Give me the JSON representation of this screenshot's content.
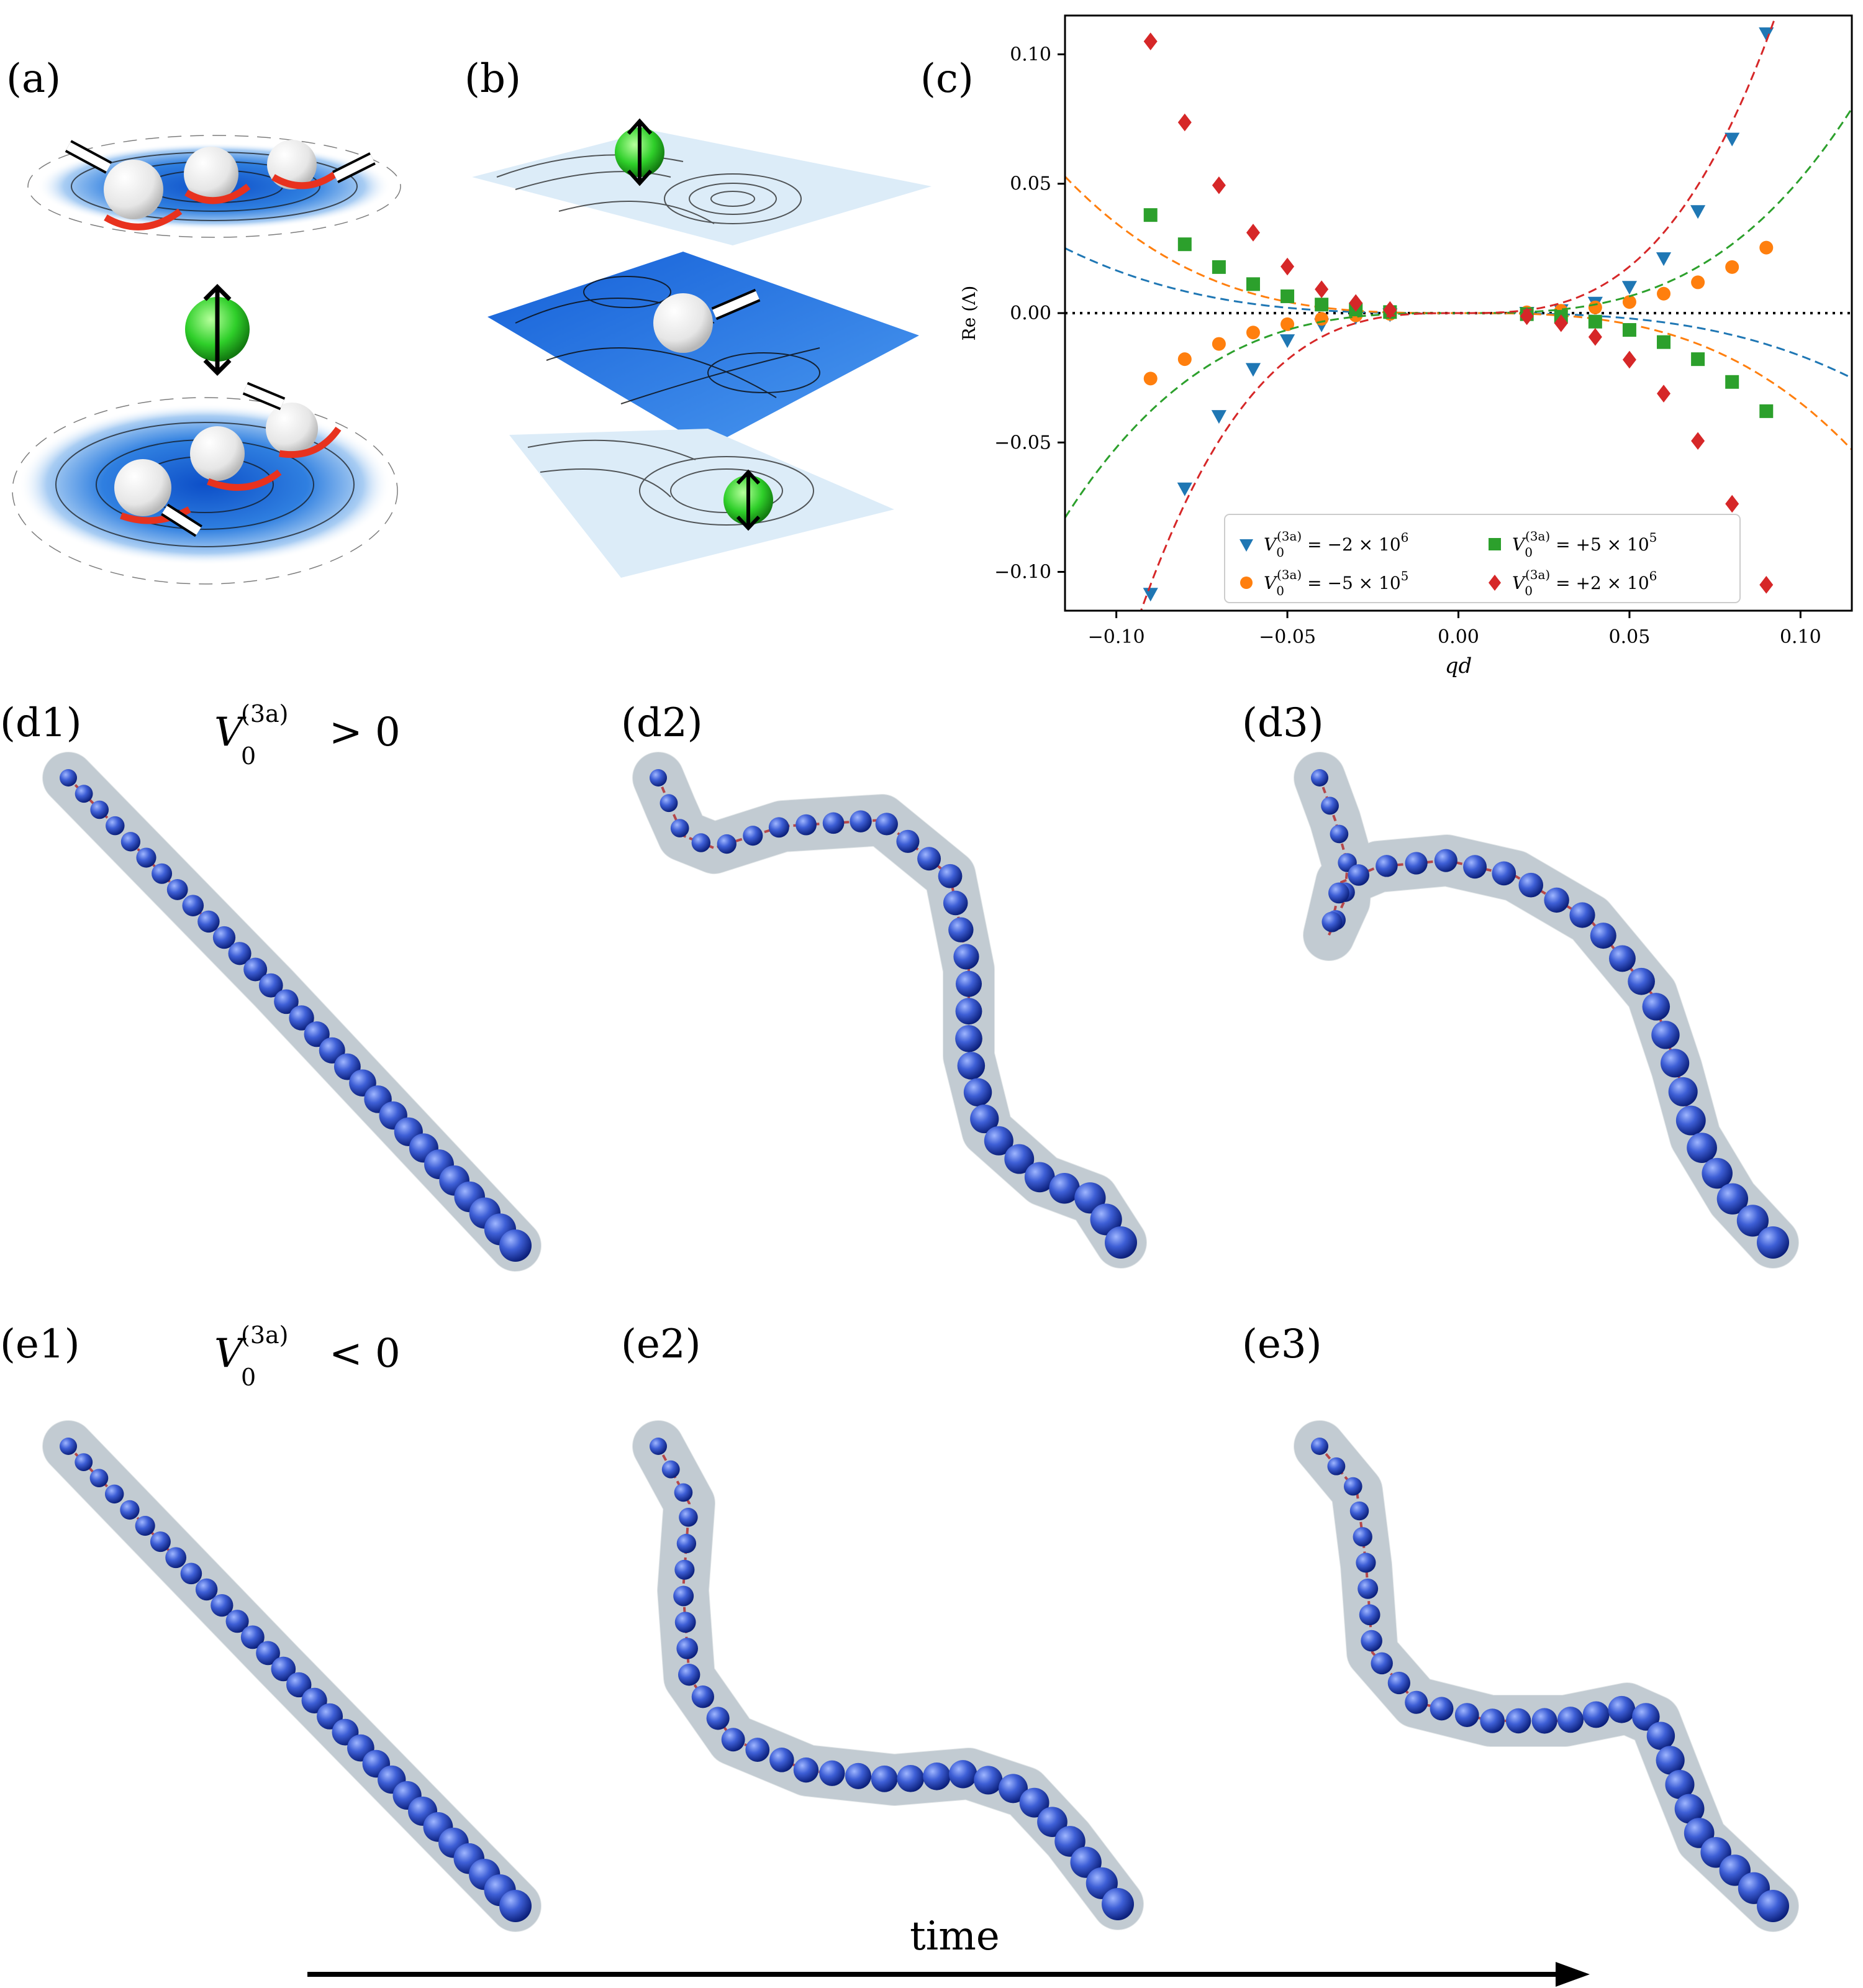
{
  "panel_labels": {
    "a": "(a)",
    "b": "(b)",
    "c": "(c)",
    "d1": "(d1)",
    "d2": "(d2)",
    "d3": "(d3)",
    "e1": "(e1)",
    "e2": "(e2)",
    "e3": "(e3)"
  },
  "conditions": {
    "d": {
      "symbol": "V",
      "sub": "0",
      "sup": "(3a)",
      "rel": "> 0"
    },
    "e": {
      "symbol": "V",
      "sub": "0",
      "sup": "(3a)",
      "rel": "< 0"
    }
  },
  "time_label": "time",
  "chart_data": {
    "type": "line",
    "xlabel": "qd",
    "ylabel": "Re (Λ)",
    "xlim": [
      -0.115,
      0.115
    ],
    "ylim": [
      -0.115,
      0.115
    ],
    "x_ticks": [
      -0.1,
      -0.05,
      0.0,
      0.05,
      0.1
    ],
    "x_tick_labels": [
      "−0.10",
      "−0.05",
      "0.00",
      "0.05",
      "0.10"
    ],
    "y_ticks": [
      -0.1,
      -0.05,
      0.0,
      0.05,
      0.1
    ],
    "y_tick_labels": [
      "−0.10",
      "−0.05",
      "0.00",
      "0.05",
      "0.10"
    ],
    "grid": false,
    "zero_line": "dotted black at Re(Λ) = 0",
    "legend_placement": "lower-right",
    "x": [
      -0.09,
      -0.08,
      -0.07,
      -0.06,
      -0.05,
      -0.04,
      -0.03,
      -0.02,
      0.02,
      0.03,
      0.04,
      0.05,
      0.06,
      0.07,
      0.08,
      0.09
    ],
    "series": [
      {
        "name": "V0(3a) = −2 × 10^6",
        "legend": {
          "pre": "V",
          "sub": "0",
          "sup": "(3a)",
          "post": " = −2 × 10",
          "exp": "6"
        },
        "color": "#1f77b4",
        "marker": "triangle-down",
        "curve_coeff": -16.5,
        "values": [
          -0.1083,
          -0.0676,
          -0.0396,
          -0.0214,
          -0.0103,
          -0.0042,
          -0.0013,
          -0.0003,
          0.0003,
          0.0013,
          0.0042,
          0.0103,
          0.0214,
          0.0396,
          0.0676,
          0.1083
        ]
      },
      {
        "name": "V0(3a) = −5 × 10^5",
        "legend": {
          "pre": "V",
          "sub": "0",
          "sup": "(3a)",
          "post": " = −5 × 10",
          "exp": "5"
        },
        "color": "#ff7f0e",
        "marker": "circle",
        "curve_coeff": -34.7,
        "values": [
          -0.0253,
          -0.0178,
          -0.0119,
          -0.0075,
          -0.0043,
          -0.0022,
          -0.0009,
          -0.0003,
          0.0003,
          0.0009,
          0.0022,
          0.0043,
          0.0075,
          0.0119,
          0.0178,
          0.0253
        ]
      },
      {
        "name": "V0(3a) = +5 × 10^5",
        "legend": {
          "pre": "V",
          "sub": "0",
          "sup": "(3a)",
          "post": " = +5 × 10",
          "exp": "5"
        },
        "color": "#2ca02c",
        "marker": "square",
        "curve_coeff": 52.0,
        "values": [
          0.0379,
          0.0266,
          0.0178,
          0.0112,
          0.0065,
          0.0033,
          0.0014,
          0.0004,
          -0.0004,
          -0.0014,
          -0.0033,
          -0.0065,
          -0.0112,
          -0.0178,
          -0.0266,
          -0.0379
        ]
      },
      {
        "name": "V0(3a) = +2 × 10^6",
        "legend": {
          "pre": "V",
          "sub": "0",
          "sup": "(3a)",
          "post": " = +2 × 10",
          "exp": "6"
        },
        "color": "#d62728",
        "marker": "diamond",
        "curve_coeff": 144.0,
        "values": [
          0.105,
          0.0737,
          0.0494,
          0.0311,
          0.018,
          0.0092,
          0.0039,
          0.0012,
          -0.0012,
          -0.0039,
          -0.0092,
          -0.018,
          -0.0311,
          -0.0494,
          -0.0737,
          -0.105
        ]
      }
    ]
  }
}
